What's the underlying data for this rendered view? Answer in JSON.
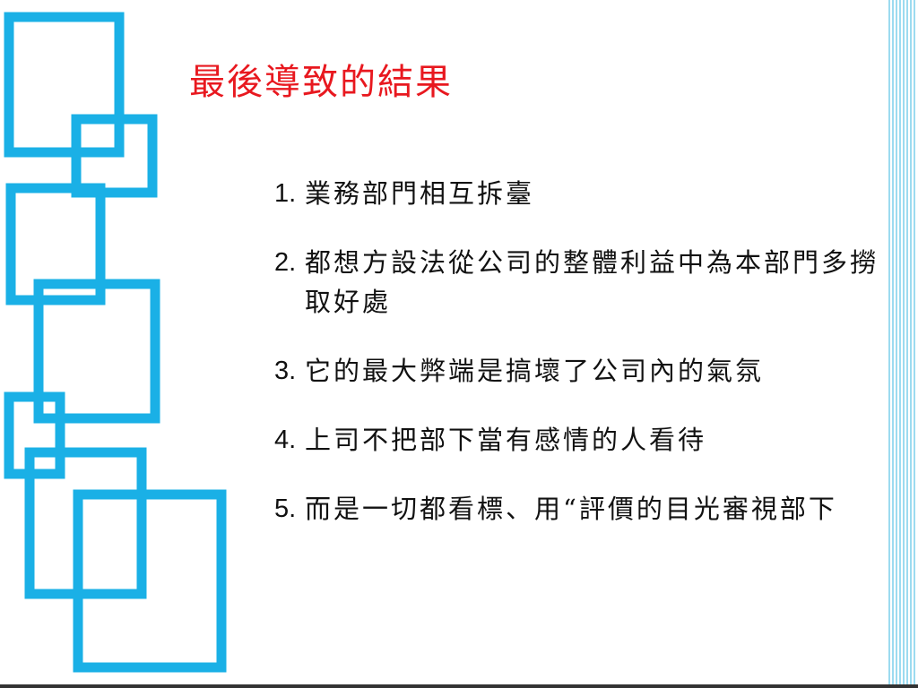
{
  "slide": {
    "title": "最後導致的結果",
    "items": [
      {
        "num": "1.",
        "text": "業務部門相互拆臺"
      },
      {
        "num": "2.",
        "text": "都想方設法從公司的整體利益中為本部門多撈取好處"
      },
      {
        "num": "3.",
        "text": "它的最大弊端是搞壞了公司內的氣氛"
      },
      {
        "num": "4.",
        "text": "上司不把部下當有感情的人看待"
      },
      {
        "num": "5.",
        "text": "而是一切都看標、用“評價的目光審視部下"
      }
    ]
  },
  "colors": {
    "accent": "#1ab0e6",
    "title": "#e8181f",
    "text": "#111111",
    "rule": "#5bc3e6"
  }
}
